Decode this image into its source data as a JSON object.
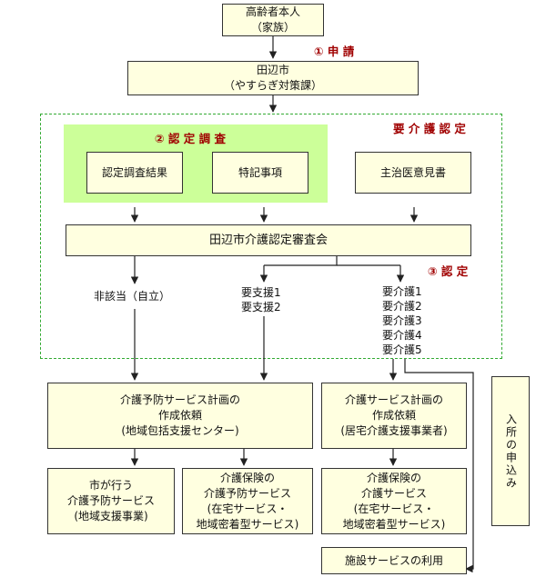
{
  "boxes": {
    "elderly": [
      "高齢者本人",
      "（家族）"
    ],
    "city_office": [
      "田辺市",
      "（やすらぎ対策課）"
    ],
    "survey_result": [
      "認定調査結果"
    ],
    "special_notes": [
      "特記事項"
    ],
    "doctor_opinion": [
      "主治医意見書"
    ],
    "review_board": [
      "田辺市介護認定審査会"
    ],
    "prevention_plan": [
      "介護予防サービス計画の",
      "作成依頼",
      "(地域包括支援センター)"
    ],
    "care_plan": [
      "介護サービス計画の",
      "作成依頼",
      "(居宅介護支援事業者)"
    ],
    "city_prevention": [
      "市が行う",
      "介護予防サービス",
      "(地域支援事業)"
    ],
    "insurance_prevention": [
      "介護保険の",
      "介護予防サービス",
      "(在宅サービス・",
      "地域密着型サービス)"
    ],
    "insurance_care": [
      "介護保険の",
      "介護サービス",
      "(在宅サービス・",
      "地域密着型サービス)"
    ],
    "facility_service": [
      "施設サービスの利用"
    ],
    "admission_application": [
      "入所の申込み"
    ]
  },
  "labels": {
    "step1": "① 申 請",
    "step2": "② 認 定 調 査",
    "care_certification": "要 介 護 認 定",
    "step3": "③ 認 定"
  },
  "results": {
    "not_applicable": [
      "非該当（自立）"
    ],
    "support": [
      "要支援1",
      "要支援2"
    ],
    "care": [
      "要介護1",
      "要介護2",
      "要介護3",
      "要介護4",
      "要介護5"
    ]
  },
  "colors": {
    "box_fill": "#ffffe0",
    "survey_panel": "#ccff99",
    "dashed_border": "#33aa33",
    "step_label": "#a00000"
  }
}
